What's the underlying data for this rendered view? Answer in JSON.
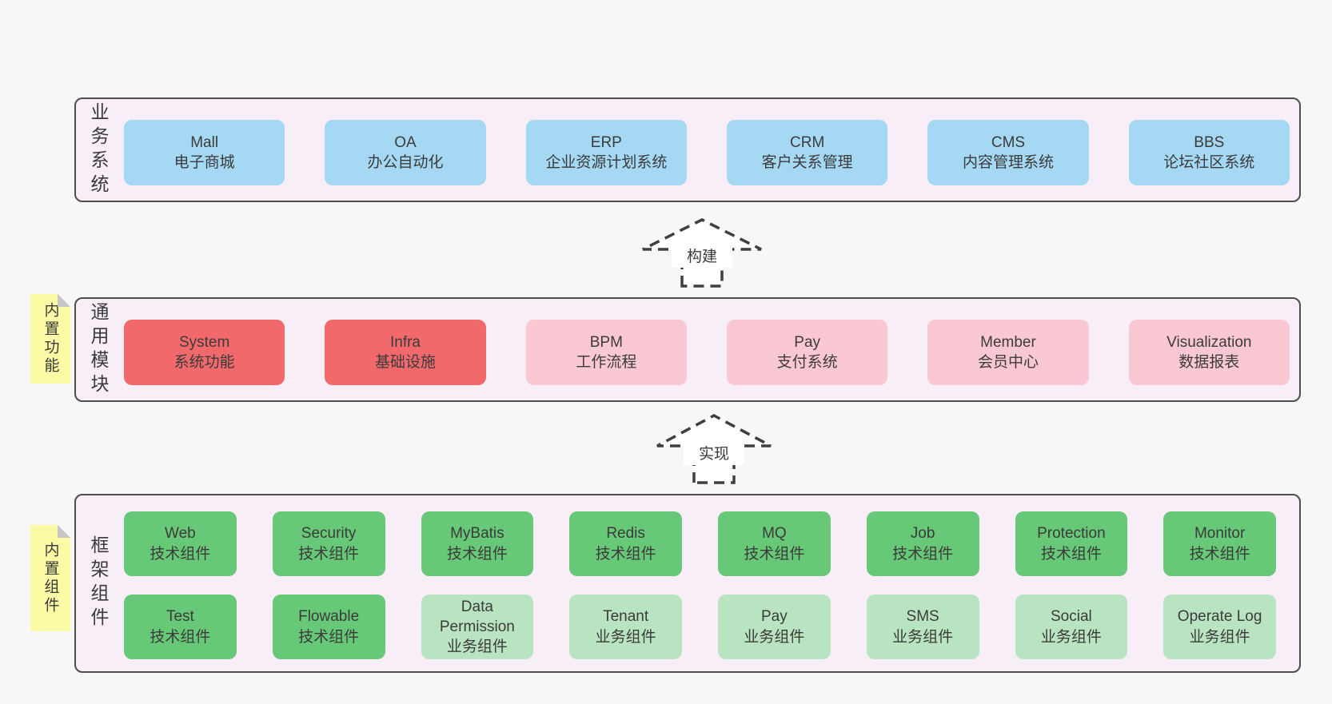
{
  "colors": {
    "page_bg": "#f7f7f7",
    "band_bg": "#f8eef7",
    "band_border": "#4d4d4d",
    "box_blue": "#a5d8f3",
    "box_red": "#f2696c",
    "box_pink": "#fac8d2",
    "box_green": "#67c878",
    "box_green_light": "#b9e4c1",
    "sticky_yellow": "#fbfba5",
    "text": "#3b3b3b"
  },
  "bands": [
    {
      "label": "业务系统",
      "rows": [
        [
          {
            "title": "Mall",
            "subtitle": "电子商城",
            "type": "blue"
          },
          {
            "title": "OA",
            "subtitle": "办公自动化",
            "type": "blue"
          },
          {
            "title": "ERP",
            "subtitle": "企业资源计划系统",
            "type": "blue"
          },
          {
            "title": "CRM",
            "subtitle": "客户关系管理",
            "type": "blue"
          },
          {
            "title": "CMS",
            "subtitle": "内容管理系统",
            "type": "blue"
          },
          {
            "title": "BBS",
            "subtitle": "论坛社区系统",
            "type": "blue"
          }
        ]
      ]
    },
    {
      "label": "通用模块",
      "sticky": "内置功能",
      "rows": [
        [
          {
            "title": "System",
            "subtitle": "系统功能",
            "type": "red"
          },
          {
            "title": "Infra",
            "subtitle": "基础设施",
            "type": "red"
          },
          {
            "title": "BPM",
            "subtitle": "工作流程",
            "type": "pink"
          },
          {
            "title": "Pay",
            "subtitle": "支付系统",
            "type": "pink"
          },
          {
            "title": "Member",
            "subtitle": "会员中心",
            "type": "pink"
          },
          {
            "title": "Visualization",
            "subtitle": "数据报表",
            "type": "pink"
          }
        ]
      ]
    },
    {
      "label": "框架组件",
      "sticky": "内置组件",
      "rows": [
        [
          {
            "title": "Web",
            "subtitle": "技术组件",
            "type": "green"
          },
          {
            "title": "Security",
            "subtitle": "技术组件",
            "type": "green"
          },
          {
            "title": "MyBatis",
            "subtitle": "技术组件",
            "type": "green"
          },
          {
            "title": "Redis",
            "subtitle": "技术组件",
            "type": "green"
          },
          {
            "title": "MQ",
            "subtitle": "技术组件",
            "type": "green"
          },
          {
            "title": "Job",
            "subtitle": "技术组件",
            "type": "green"
          },
          {
            "title": "Protection",
            "subtitle": "技术组件",
            "type": "green"
          },
          {
            "title": "Monitor",
            "subtitle": "技术组件",
            "type": "green"
          }
        ],
        [
          {
            "title": "Test",
            "subtitle": "技术组件",
            "type": "green"
          },
          {
            "title": "Flowable",
            "subtitle": "技术组件",
            "type": "green"
          },
          {
            "title": "Data Permission",
            "subtitle": "业务组件",
            "type": "green-light"
          },
          {
            "title": "Tenant",
            "subtitle": "业务组件",
            "type": "green-light"
          },
          {
            "title": "Pay",
            "subtitle": "业务组件",
            "type": "green-light"
          },
          {
            "title": "SMS",
            "subtitle": "业务组件",
            "type": "green-light"
          },
          {
            "title": "Social",
            "subtitle": "业务组件",
            "type": "green-light"
          },
          {
            "title": "Operate Log",
            "subtitle": "业务组件",
            "type": "green-light"
          }
        ]
      ]
    }
  ],
  "arrows": [
    {
      "label": "构建"
    },
    {
      "label": "实现"
    }
  ]
}
